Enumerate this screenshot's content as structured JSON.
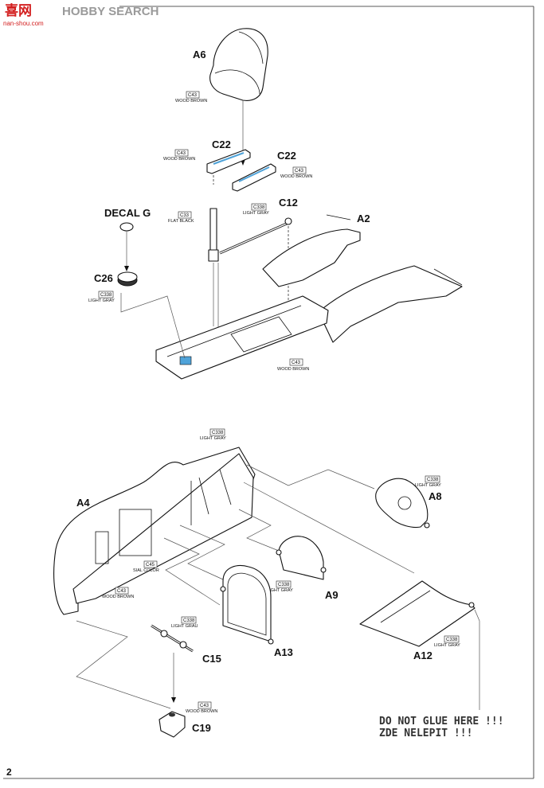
{
  "watermark": {
    "brand_text": "HOBBY SEARCH",
    "site_text": "nan-shou.com",
    "logo_chars": "喜网"
  },
  "page_number": "2",
  "parts": {
    "A6": "A6",
    "C22_left": "C22",
    "C22_right": "C22",
    "C12": "C12",
    "A2": "A2",
    "decal": "DECAL G",
    "C26": "C26",
    "A4": "A4",
    "A8": "A8",
    "A9": "A9",
    "A13": "A13",
    "A12": "A12",
    "C15": "C15",
    "C19": "C19"
  },
  "colors": {
    "a6": {
      "code": "C43",
      "name": "WOOD BROWN"
    },
    "c22l": {
      "code": "C43",
      "name": "WOOD BROWN"
    },
    "c22r": {
      "code": "C43",
      "name": "WOOD BROWN"
    },
    "c33": {
      "code": "C33",
      "name": "FLAT BLACK"
    },
    "c12": {
      "code": "C338",
      "name": "LIGHT GRAY"
    },
    "c26": {
      "code": "C338",
      "name": "LIGHT GRAY"
    },
    "floor": {
      "code": "C43",
      "name": "WOOD BROWN"
    },
    "a4top": {
      "code": "C338",
      "name": "LIGHT GRAY"
    },
    "a8": {
      "code": "C338",
      "name": "LIGHT GRAY"
    },
    "sial": {
      "code": "C45",
      "name": "SIAL COLOR"
    },
    "a4wb": {
      "code": "C43",
      "name": "WOOD BROWN"
    },
    "a9": {
      "code": "C338",
      "name": "LIGHT GRAY"
    },
    "c15": {
      "code": "C338",
      "name": "LIGHT GRAU"
    },
    "a12": {
      "code": "C338",
      "name": "LIGHT GRAY"
    },
    "c19": {
      "code": "C43",
      "name": "WOOD BROWN"
    }
  },
  "notes": {
    "line1": "DO NOT GLUE HERE !!!",
    "line2": "ZDE NELEPIT !!!"
  },
  "palette": {
    "ink": "#111111",
    "highlight_blue": "#4fa3d9",
    "logo_red": "#d32020",
    "watermark_gray": "#9a9a9a"
  }
}
